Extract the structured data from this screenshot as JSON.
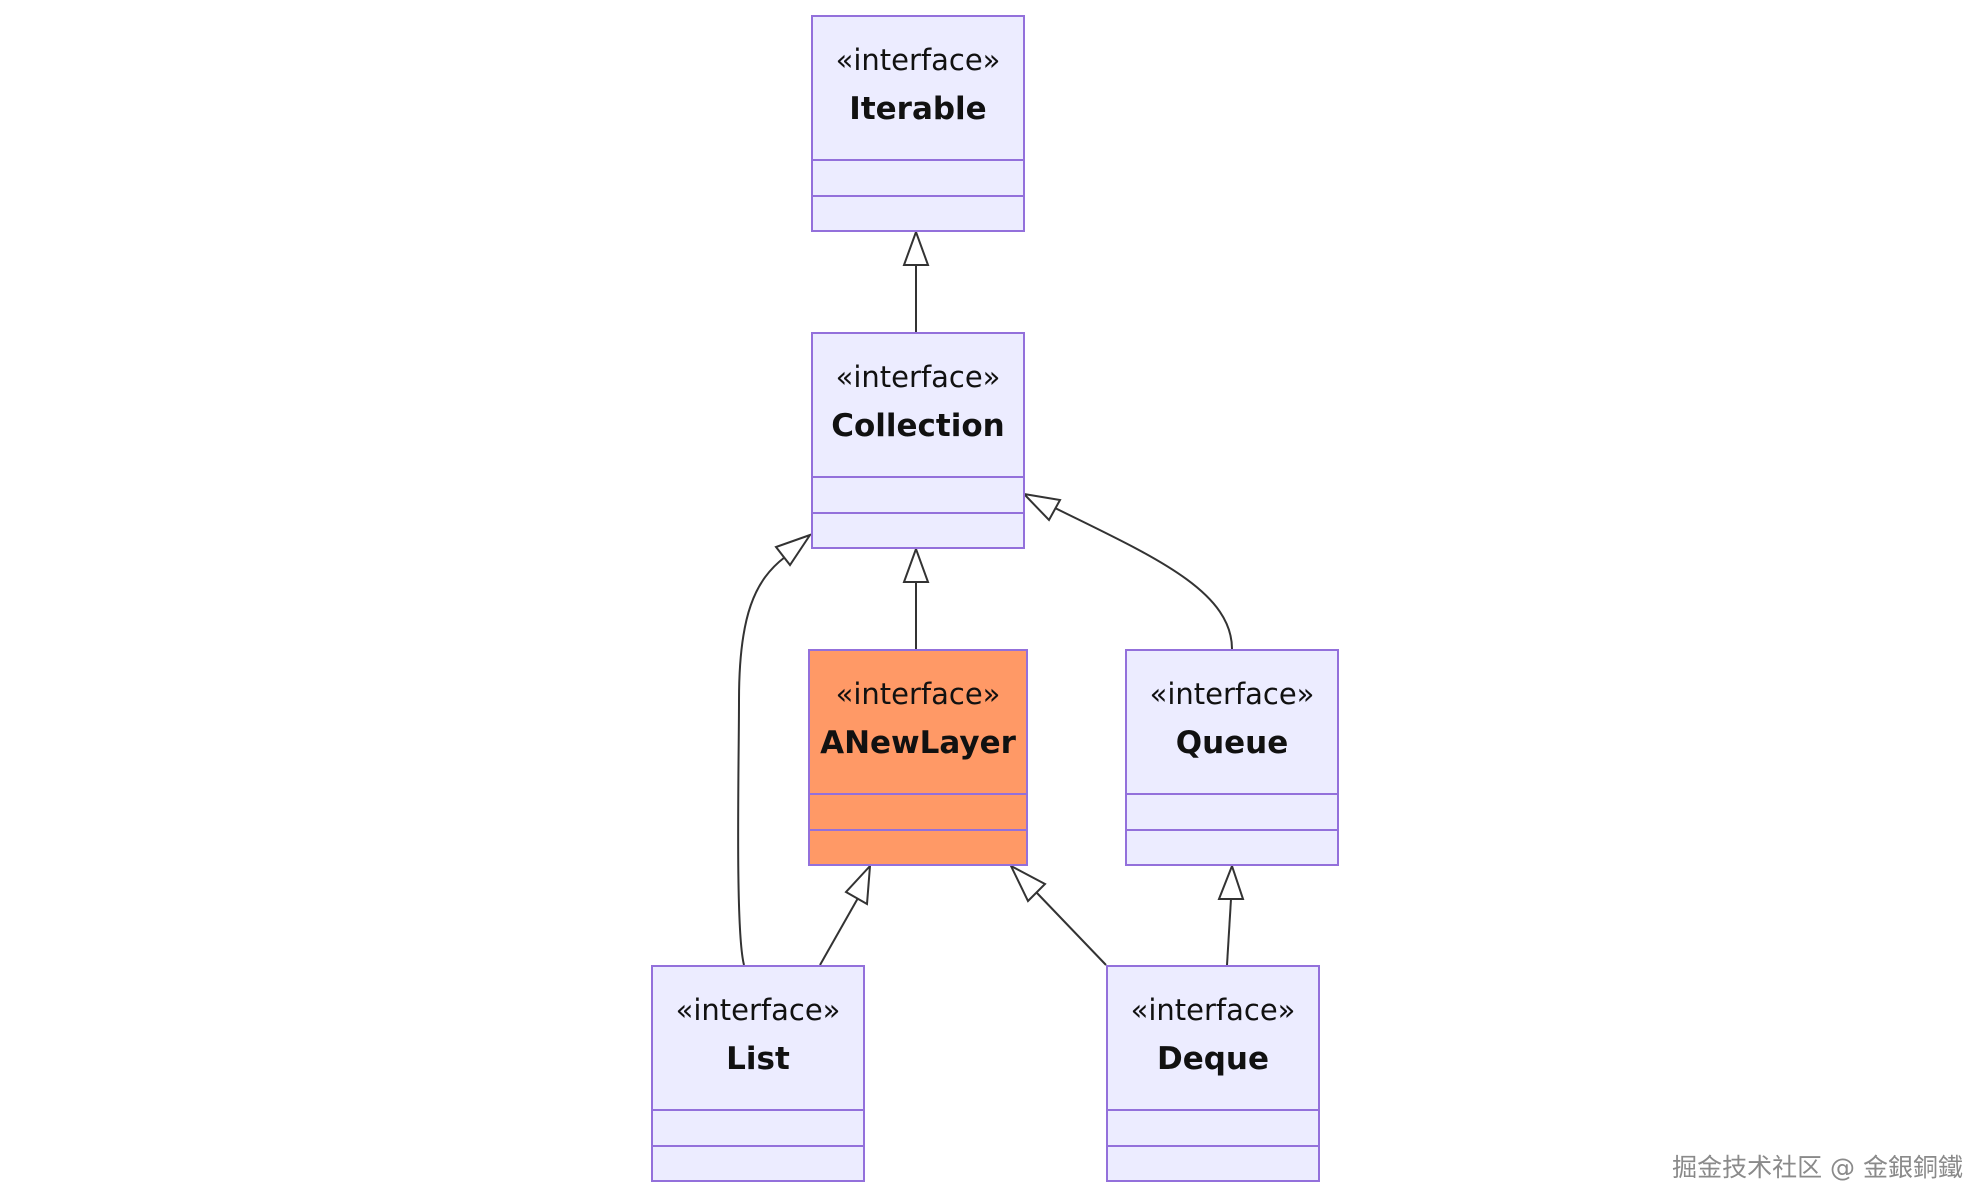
{
  "diagram": {
    "type": "class-diagram",
    "nodes": [
      {
        "id": "iterable",
        "stereotype": "«interface»",
        "name": "Iterable",
        "highlight": false
      },
      {
        "id": "collection",
        "stereotype": "«interface»",
        "name": "Collection",
        "highlight": false
      },
      {
        "id": "anewlayer",
        "stereotype": "«interface»",
        "name": "ANewLayer",
        "highlight": true
      },
      {
        "id": "queue",
        "stereotype": "«interface»",
        "name": "Queue",
        "highlight": false
      },
      {
        "id": "list",
        "stereotype": "«interface»",
        "name": "List",
        "highlight": false
      },
      {
        "id": "deque",
        "stereotype": "«interface»",
        "name": "Deque",
        "highlight": false
      }
    ],
    "edges": [
      {
        "from": "collection",
        "to": "iterable",
        "relation": "inheritance"
      },
      {
        "from": "anewlayer",
        "to": "collection",
        "relation": "inheritance"
      },
      {
        "from": "queue",
        "to": "collection",
        "relation": "inheritance"
      },
      {
        "from": "list",
        "to": "collection",
        "relation": "inheritance"
      },
      {
        "from": "list",
        "to": "anewlayer",
        "relation": "inheritance"
      },
      {
        "from": "deque",
        "to": "anewlayer",
        "relation": "inheritance"
      },
      {
        "from": "deque",
        "to": "queue",
        "relation": "inheritance"
      }
    ],
    "colors": {
      "node_fill": "#ECECFF",
      "node_border": "#9370DB",
      "highlight_fill": "#FF9966",
      "edge": "#333333",
      "text": "#111111"
    }
  },
  "watermark": "掘金技术社区 @ 金銀銅鐵"
}
